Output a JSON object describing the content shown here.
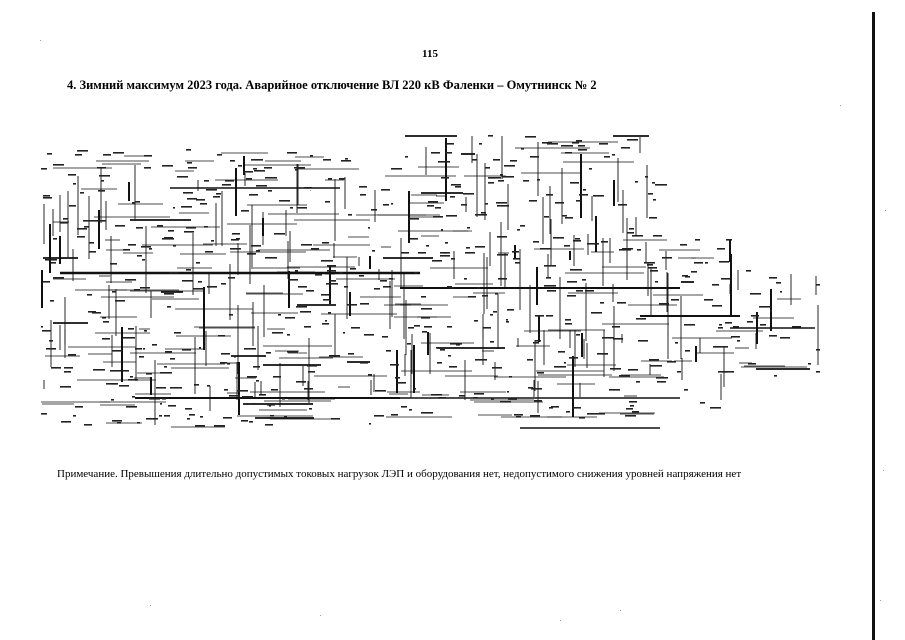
{
  "page": {
    "number": "115",
    "title": "4. Зимний максимум 2023 года. Аварийное отключение ВЛ 220 кВ Фаленки – Омутнинск № 2",
    "note": "Примечание. Превышения длительно допустимых токовых нагрузок ЛЭП и оборудования нет, недопустимого снижения уровней напряжения нет"
  },
  "diagram": {
    "kind": "power-grid-single-line-diagram"
  }
}
